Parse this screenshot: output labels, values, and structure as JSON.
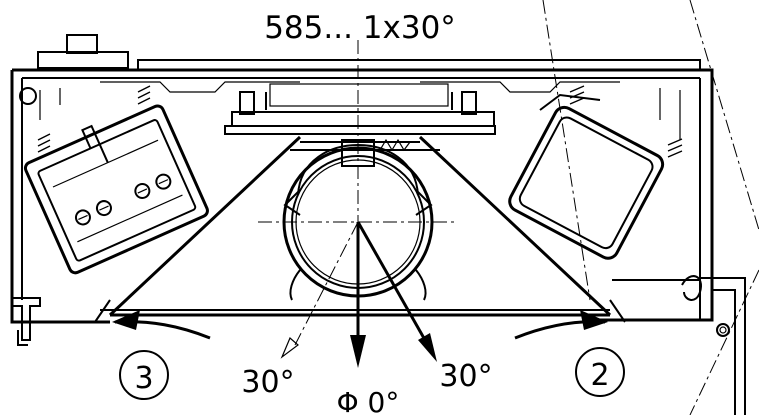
{
  "drawing": {
    "title": "585... 1x30°",
    "angles": {
      "left": "30°",
      "right": "30°",
      "center": "Φ 0°"
    },
    "positions": {
      "left_marker": "3",
      "right_marker": "2"
    }
  }
}
